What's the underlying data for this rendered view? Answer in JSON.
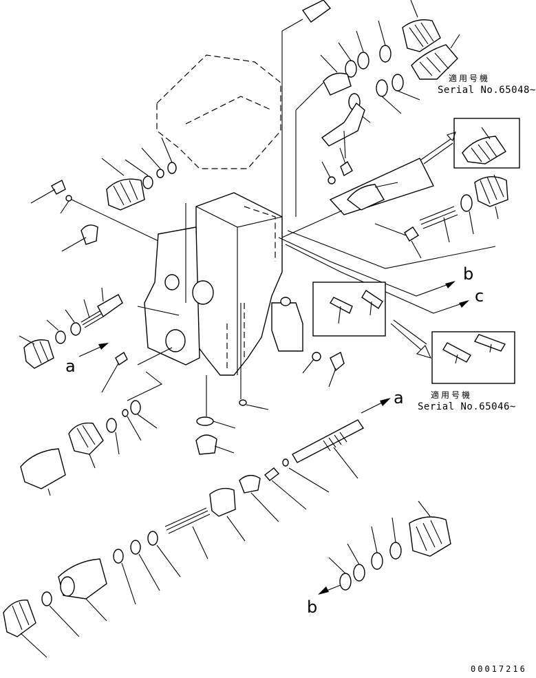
{
  "labels": {
    "applicable_model_top": "適用号機",
    "serial_top": "Serial No.65048~",
    "applicable_model_mid": "適用号機",
    "serial_mid": "Serial No.65046~",
    "ref_a_left": "a",
    "ref_a_right": "a",
    "ref_b_right": "b",
    "ref_b_bottom": "b",
    "ref_c": "c",
    "drawing_code": "00017216"
  },
  "colors": {
    "line": "#000000",
    "background": "#ffffff"
  }
}
